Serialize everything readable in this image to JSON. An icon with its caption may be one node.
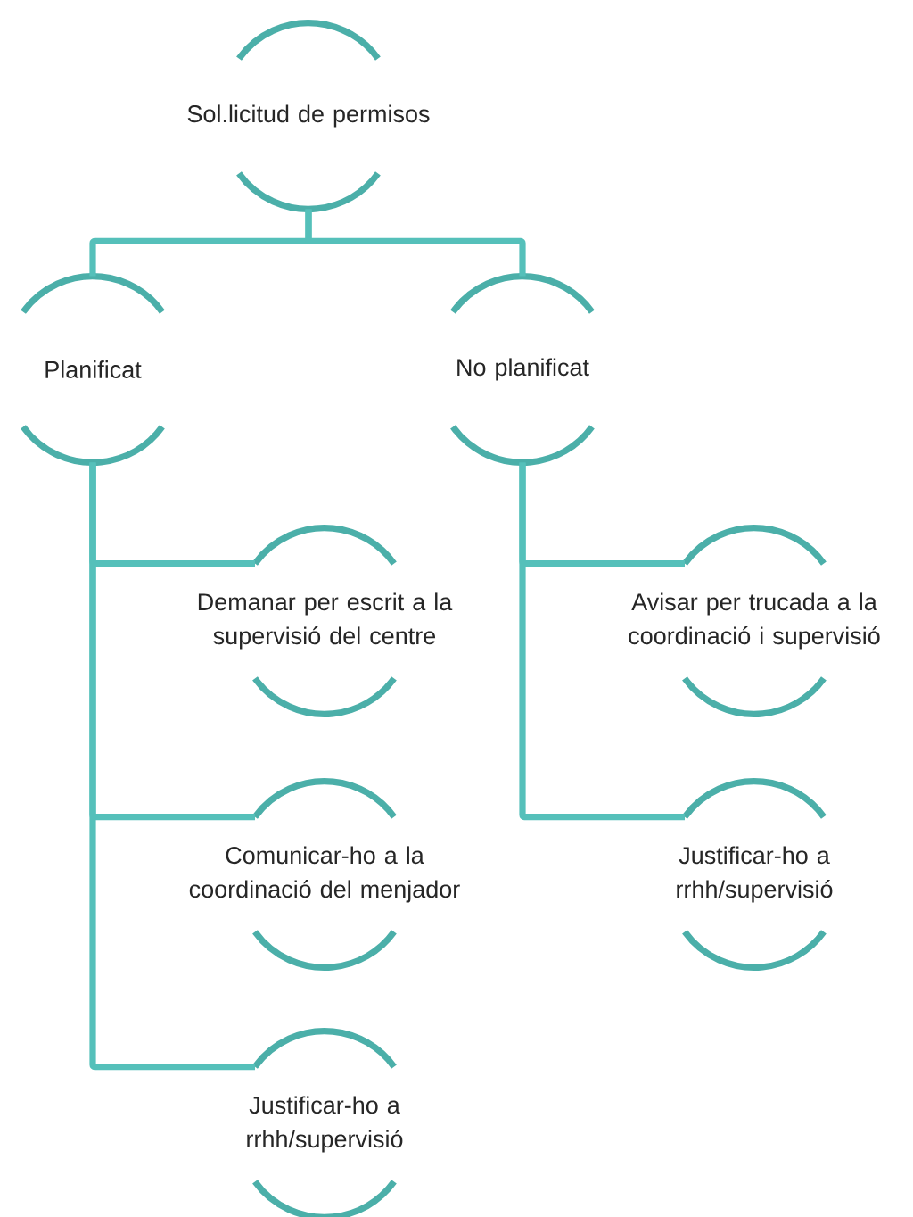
{
  "diagram": {
    "nodes": [
      {
        "text": [
          "Sol.licitud de permisos"
        ]
      },
      {
        "text": [
          "Planificat"
        ]
      },
      {
        "text": [
          "No planificat"
        ]
      },
      {
        "text": [
          "Demanar per escrit a la supervisió del centre"
        ]
      },
      {
        "text": [
          "Comunicar-ho a la coordinació del menjador"
        ]
      },
      {
        "text": [
          "Justificar-ho a rrhh/supervisió"
        ]
      },
      {
        "text": [
          "Avisar per trucada a la coordinació i supervisió"
        ]
      },
      {
        "text": [
          "Justificar-ho a rrhh/supervisió"
        ]
      }
    ],
    "edges": [
      {
        "from": 0,
        "to": 1,
        "arrow": "none"
      },
      {
        "from": 0,
        "to": 2,
        "arrow": "none"
      },
      {
        "from": 1,
        "to": 3,
        "arrow": "none"
      },
      {
        "from": 1,
        "to": 4,
        "arrow": "none"
      },
      {
        "from": 1,
        "to": 5,
        "arrow": "none"
      },
      {
        "from": 2,
        "to": 6,
        "arrow": "none"
      },
      {
        "from": 2,
        "to": 7,
        "arrow": "none"
      }
    ]
  }
}
